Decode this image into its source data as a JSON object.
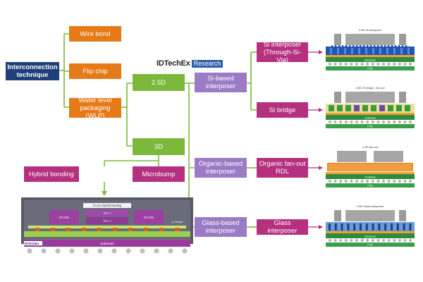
{
  "brand": {
    "name": "IDTechEx",
    "tag": "Research"
  },
  "nodes": {
    "root": "Interconnection technique",
    "wire_bond": "Wire bond",
    "flip_chip": "Flip chip",
    "wlp": "Wafer level packaging (WLP)",
    "d25": "2.5D",
    "d3": "3D",
    "hybrid": "Hybrid bonding",
    "microbump": "Microbump",
    "si_based": "Si-based interposer",
    "organic_based": "Organic-based interposer",
    "glass_based": "Glass-based interposer",
    "si_interposer": "Si interposer (Through-Si-Via)",
    "si_bridge": "Si bridge",
    "organic_fanout": "Organic fan-out RDL",
    "glass_interposer": "Glass interposer"
  },
  "colors": {
    "navy": "#1f3f7a",
    "orange": "#e57a18",
    "green": "#7cb83c",
    "purple": "#9b7bc6",
    "magenta": "#b5307f",
    "connector": "#7cb83c"
  },
  "figures": {
    "f1": {
      "title": "2.5D Si interposer",
      "layers": [
        "Interposer",
        "PCB"
      ]
    },
    "f2": {
      "title": "2.5D Si bridge - fan out",
      "layers": [
        "Substrate",
        "PCB"
      ]
    },
    "f3": {
      "title": "2.5D fan-out",
      "layers": [
        "Substrate",
        "PCB"
      ]
    },
    "f4": {
      "title": "2.5D Glass interposer",
      "layers": [
        "Interposer",
        "PCB"
      ]
    },
    "hb": {
      "top_label": "Cu-Cu hybrid bonding",
      "chips": [
        "I/O Die",
        "SoC 1",
        "SoC 2",
        "I/O Die"
      ],
      "side_label": "μ bumps",
      "bottom_label": "Substrate",
      "brand": "IDTechEx",
      "brand_tag": "Research"
    }
  }
}
